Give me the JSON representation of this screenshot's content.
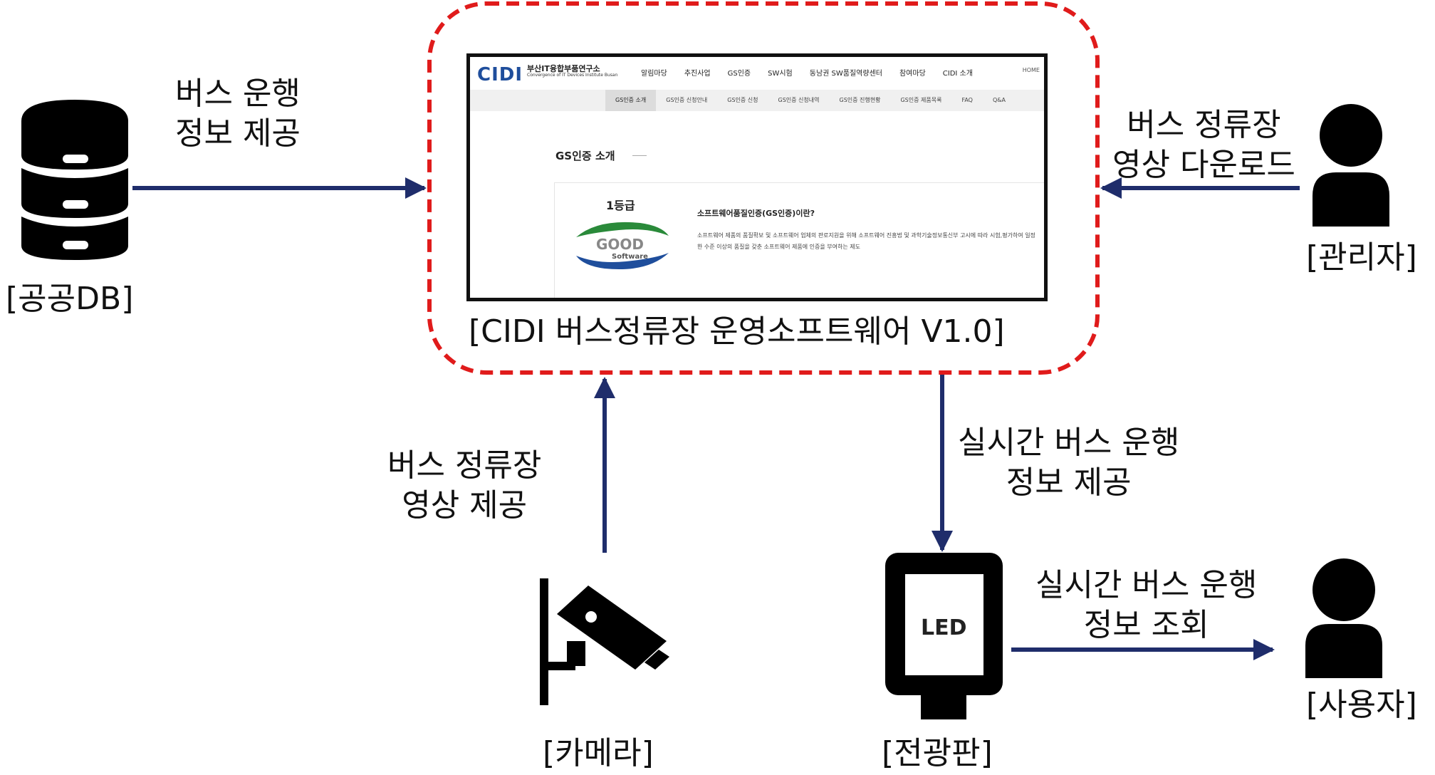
{
  "labels": {
    "db_arrow": [
      "버스 운행",
      "정보 제공"
    ],
    "admin_arrow": [
      "버스 정류장",
      "영상 다운로드"
    ],
    "camera_arrow": [
      "버스 정류장",
      "영상 제공"
    ],
    "sign_arrow": [
      "실시간 버스 운행",
      "정보 제공"
    ],
    "user_arrow": [
      "실시간 버스 운행",
      "정보 조회"
    ]
  },
  "nodes": {
    "public_db": "[공공DB]",
    "admin": "[관리자]",
    "camera": "[카메라]",
    "sign": "[전광판]",
    "user": "[사용자]",
    "software": "[CIDI 버스정류장 운영소프트웨어 V1.0]"
  },
  "icons": {
    "public_db": "database-icon",
    "admin": "person-icon",
    "user": "person-icon",
    "camera": "cctv-camera-icon",
    "sign": "led-sign-icon"
  },
  "led_text": "LED",
  "colors": {
    "arrow": "#1f2d6b",
    "dashed_box": "#e01b1b",
    "icon": "#000000"
  },
  "screenshot": {
    "logo": "CIDI",
    "logo_name": "부산IT융합부품연구소",
    "logo_name_en": "Convergence of IT Devices Institute Busan",
    "top_nav": [
      "알림마당",
      "추진사업",
      "GS인증",
      "SW시험",
      "동남권 SW품질역량센터",
      "참여마당",
      "CIDI 소개"
    ],
    "home": "HOME",
    "sub_nav": [
      "GS인증 소개",
      "GS인증 신청안내",
      "GS인증 신청",
      "GS인증 신청내역",
      "GS인증 진행현황",
      "GS인증 제품목록",
      "FAQ",
      "Q&A"
    ],
    "section_title": "GS인증 소개",
    "grade": "1등급",
    "good_logo_text": "GOOD",
    "good_logo_sub": "Software",
    "card_title": "소프트웨어품질인증(GS인증)이란?",
    "card_body": "소프트웨어 제품의 품질확보 및 소프트웨어 업체의 판로지원을 위해 소프트웨어 진흥법 및 과학기술정보통신부 고시에 따라 시험,평가하여 일정한 수준 이상의 품질을 갖춘 소프트웨어 제품에 인증을 부여하는 제도"
  }
}
